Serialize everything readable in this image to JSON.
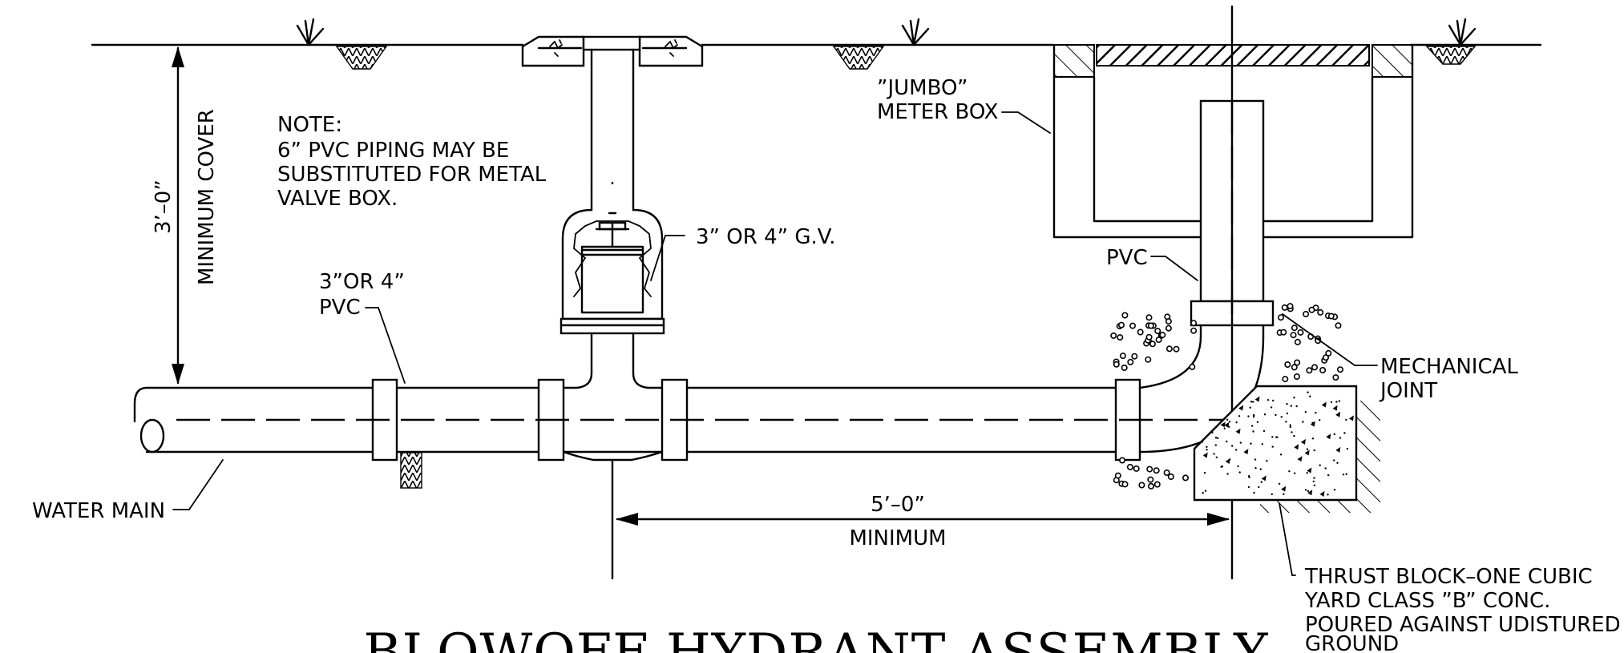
{
  "labels": {
    "note_title": "NOTE:",
    "note_line1": "6” PVC PIPING MAY BE",
    "note_line2": "SUBSTITUTED FOR METAL",
    "note_line3": "VALVE BOX.",
    "cover_dim": "3’–0”",
    "cover_label": "MINIMUM COVER",
    "gate_valve": "3” OR 4” G.V.",
    "pvc_size_line1": "3”OR 4”",
    "pvc_size_line2": "PVC",
    "water_main": "WATER MAIN",
    "meter_box_line1": "”JUMBO”",
    "meter_box_line2": "METER BOX",
    "pvc": "PVC",
    "mech_joint_line1": "MECHANICAL",
    "mech_joint_line2": "JOINT",
    "span_dim": "5’–0”",
    "span_label": "MINIMUM",
    "thrust_line1": "THRUST BLOCK–ONE CUBIC",
    "thrust_line2": "YARD CLASS ”B” CONC.",
    "thrust_line3": "POURED AGAINST UDISTURED",
    "thrust_line4": "GROUND"
  },
  "title": "BLOWOFF HYDRANT ASSEMBLY"
}
